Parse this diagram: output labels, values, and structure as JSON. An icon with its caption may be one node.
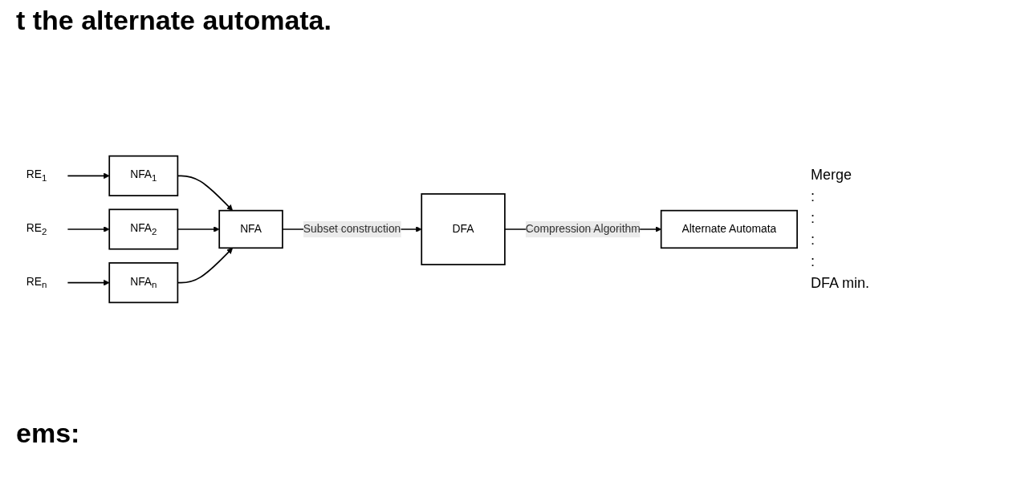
{
  "diagram": {
    "title": "t the alternate automata.",
    "nodes": [
      {
        "text": [
          "RE$_{1}$"
        ]
      },
      {
        "text": [
          "RE$_{2}$"
        ]
      },
      {
        "text": [
          "RE$_{n}$"
        ]
      },
      {
        "text": [
          "NFA$_{1}$"
        ]
      },
      {
        "text": [
          "NFA$_{2}$"
        ]
      },
      {
        "text": [
          "NFA$_{n}$"
        ]
      },
      {
        "text": [
          "NFA"
        ]
      },
      {
        "text": [
          "DFA"
        ]
      },
      {
        "text": [
          "Alternate Automata"
        ]
      }
    ],
    "edges": [
      {
        "from": 0,
        "to": 3,
        "arrow": "to"
      },
      {
        "from": 1,
        "to": 4,
        "arrow": "to"
      },
      {
        "from": 2,
        "to": 5,
        "arrow": "to"
      },
      {
        "from": 3,
        "to": 6,
        "arrow": "to"
      },
      {
        "from": 4,
        "to": 6,
        "arrow": "to"
      },
      {
        "from": 5,
        "to": 6,
        "arrow": "to"
      },
      {
        "from": 6,
        "to": 7,
        "label": "Subset construction",
        "arrow": "to"
      },
      {
        "from": 7,
        "to": 8,
        "label": "Compression Algorithm",
        "arrow": "to"
      }
    ],
    "labels": [
      "Merge",
      ":",
      ":",
      ":",
      ":",
      "DFA min.",
      "ems:"
    ]
  }
}
